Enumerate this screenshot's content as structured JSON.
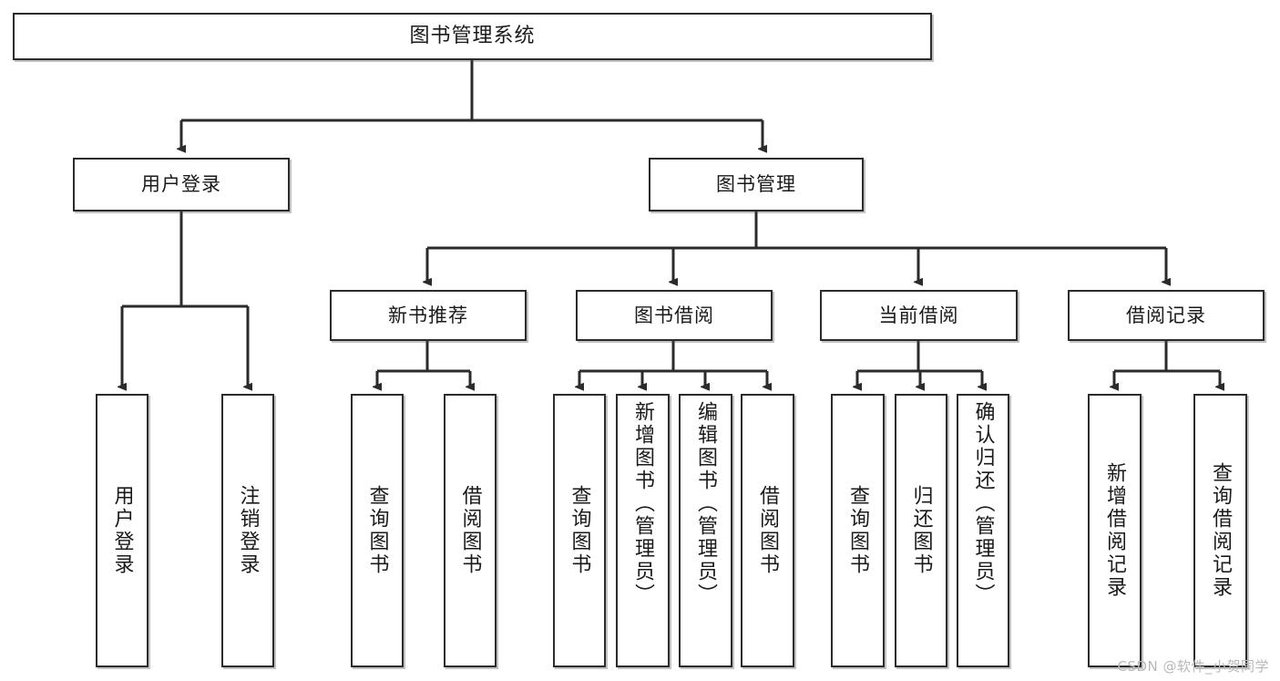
{
  "diagram": {
    "title": "图书管理系统",
    "type": "tree",
    "watermark": "CSDN @软件_小贺同学",
    "colors": {
      "node_border": "#2b2b2b",
      "node_fill": "#ffffff",
      "edge": "#2b2b2b",
      "text": "#1a1a1a",
      "watermark": "#b8b8b8"
    },
    "root": {
      "label": "图书管理系统"
    },
    "level2": [
      {
        "label": "用户登录"
      },
      {
        "label": "图书管理"
      }
    ],
    "level3": [
      {
        "label": "新书推荐"
      },
      {
        "label": "图书借阅"
      },
      {
        "label": "当前借阅"
      },
      {
        "label": "借阅记录"
      }
    ],
    "leaves": [
      {
        "label": "用户登录",
        "parent": "用户登录"
      },
      {
        "label": "注销登录",
        "parent": "用户登录"
      },
      {
        "label": "查询图书",
        "parent": "新书推荐"
      },
      {
        "label": "借阅图书",
        "parent": "新书推荐"
      },
      {
        "label": "查询图书",
        "parent": "图书借阅"
      },
      {
        "label": "新增图书（管理员）",
        "parent": "图书借阅"
      },
      {
        "label": "编辑图书（管理员）",
        "parent": "图书借阅"
      },
      {
        "label": "借阅图书",
        "parent": "图书借阅"
      },
      {
        "label": "查询图书",
        "parent": "当前借阅"
      },
      {
        "label": "归还图书",
        "parent": "当前借阅"
      },
      {
        "label": "确认归还（管理员）",
        "parent": "当前借阅"
      },
      {
        "label": "新增借阅记录",
        "parent": "借阅记录"
      },
      {
        "label": "查询借阅记录",
        "parent": "借阅记录"
      }
    ]
  }
}
